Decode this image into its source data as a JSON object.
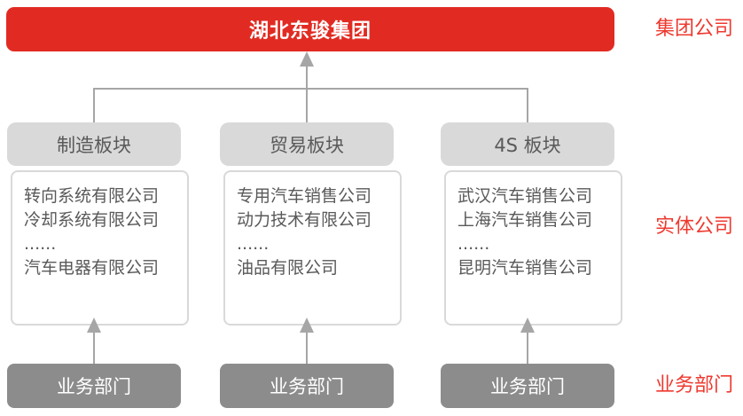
{
  "root": {
    "title": "湖北东骏集团"
  },
  "side_labels": {
    "group": "集团公司",
    "entity": "实体公司",
    "department": "业务部门"
  },
  "columns": [
    {
      "header": "制造板块",
      "companies": [
        "转向系统有限公司",
        "冷却系统有限公司",
        "......",
        "汽车电器有限公司"
      ],
      "department": "业务部门"
    },
    {
      "header": "贸易板块",
      "companies": [
        "专用汽车销售公司",
        "动力技术有限公司",
        "......",
        "油品有限公司"
      ],
      "department": "业务部门"
    },
    {
      "header": "4S 板块",
      "companies": [
        "武汉汽车销售公司",
        "上海汽车销售公司",
        "......",
        "昆明汽车销售公司"
      ],
      "department": "业务部门"
    }
  ],
  "colors": {
    "banner_red": "#e12b22",
    "label_red": "#ee392f",
    "connector_gray": "#a6a6a6",
    "header_gray": "#d9d9d9",
    "department_gray": "#8c8c8c",
    "text_gray": "#595959"
  }
}
